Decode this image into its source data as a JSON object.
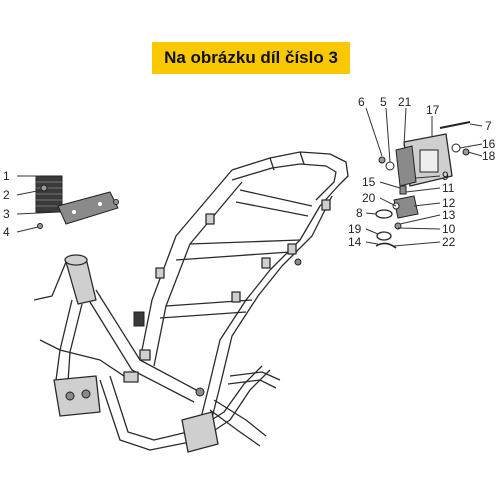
{
  "banner": {
    "text": "Na obrázku díl číslo 3",
    "color": "#f9c800"
  },
  "callouts_left": [
    "1",
    "2",
    "3",
    "4"
  ],
  "callouts_right": {
    "top": [
      "6",
      "5",
      "21",
      "17"
    ],
    "side": [
      "7",
      "16",
      "18"
    ],
    "column": [
      "9",
      "15",
      "11",
      "20",
      "12",
      "8",
      "13",
      "19",
      "10",
      "14",
      "22"
    ]
  }
}
